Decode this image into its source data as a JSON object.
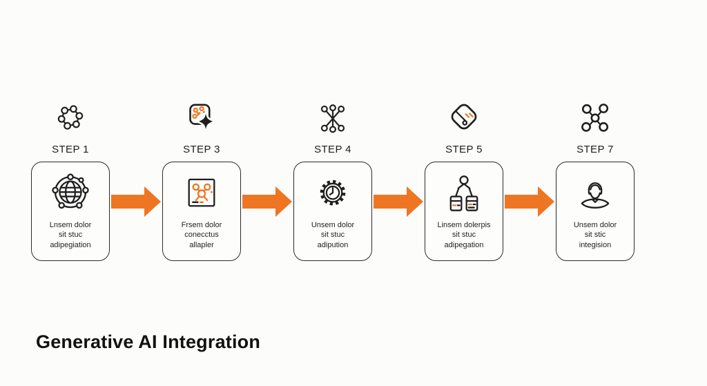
{
  "title": "Generative AI Integration",
  "colors": {
    "accent": "#EE7623",
    "ink": "#1f1f1f",
    "background": "#fcfcfb"
  },
  "steps": [
    {
      "label": "STEP 1",
      "top_icon": "molecule-ring-icon",
      "box_icon": "globe-network-icon",
      "lines": [
        "Lnsem dolor",
        "sit stuc",
        "adipegiation"
      ]
    },
    {
      "label": "STEP 3",
      "top_icon": "sparkle-nodes-icon",
      "box_icon": "node-chart-icon",
      "lines": [
        "Frsem dolor",
        "conecctus",
        "allapler"
      ]
    },
    {
      "label": "STEP 4",
      "top_icon": "asterisk-network-icon",
      "box_icon": "gear-clock-icon",
      "lines": [
        "Unsem dolor",
        "sit stuc",
        "adipution"
      ]
    },
    {
      "label": "STEP 5",
      "top_icon": "tilted-card-icon",
      "box_icon": "hierarchy-person-icon",
      "lines": [
        "Linsem dolerpis",
        "sit stuc",
        "adipegation"
      ]
    },
    {
      "label": "STEP 7",
      "top_icon": "cross-network-icon",
      "box_icon": "person-avatar-icon",
      "lines": [
        "Unsem dolor",
        "sit stic",
        "integision"
      ]
    }
  ]
}
